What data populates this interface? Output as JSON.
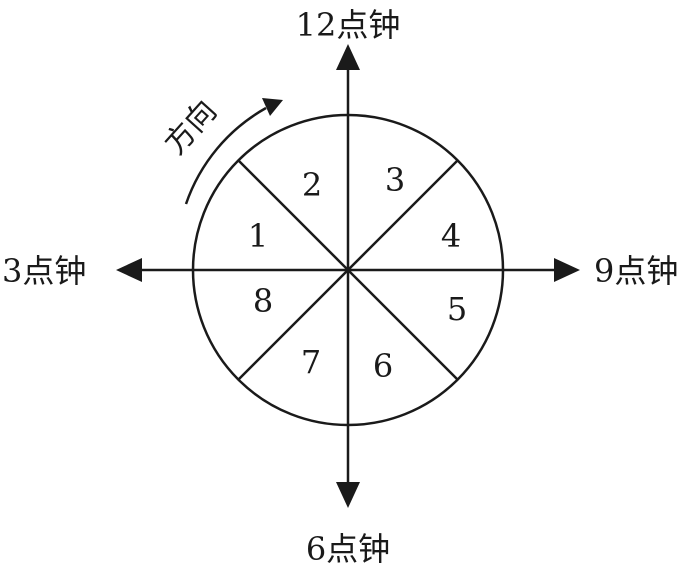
{
  "axes": {
    "top": "12点钟",
    "bottom": "6点钟",
    "left": "3点钟",
    "right": "9点钟"
  },
  "segments": [
    "1",
    "2",
    "3",
    "4",
    "5",
    "6",
    "7",
    "8"
  ],
  "direction_label": "方向",
  "colors": {
    "ink": "#1a1a1a",
    "background": "#ffffff"
  }
}
